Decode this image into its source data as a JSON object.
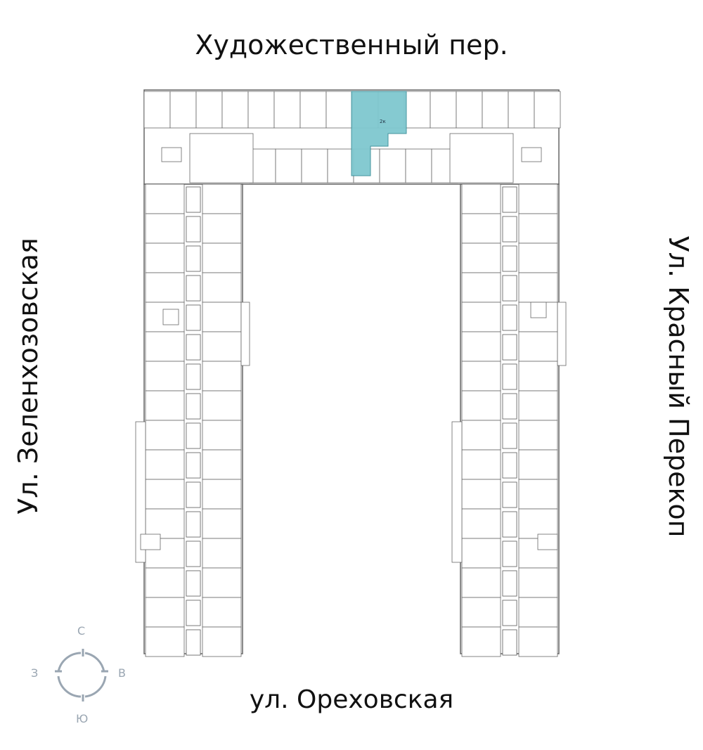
{
  "streets": {
    "north": "Художественный пер.",
    "south": "ул. Ореховская",
    "west": "Ул. Зеленхозовская",
    "east": "Ул. Красный Перекоп"
  },
  "compass": {
    "north": "С",
    "east": "В",
    "south": "Ю",
    "west": "З"
  },
  "highlighted_apartment": {
    "label": "2к",
    "color": "#7fc8cf"
  },
  "colors": {
    "walls": "#555555",
    "compass": "#9aa6b2"
  }
}
